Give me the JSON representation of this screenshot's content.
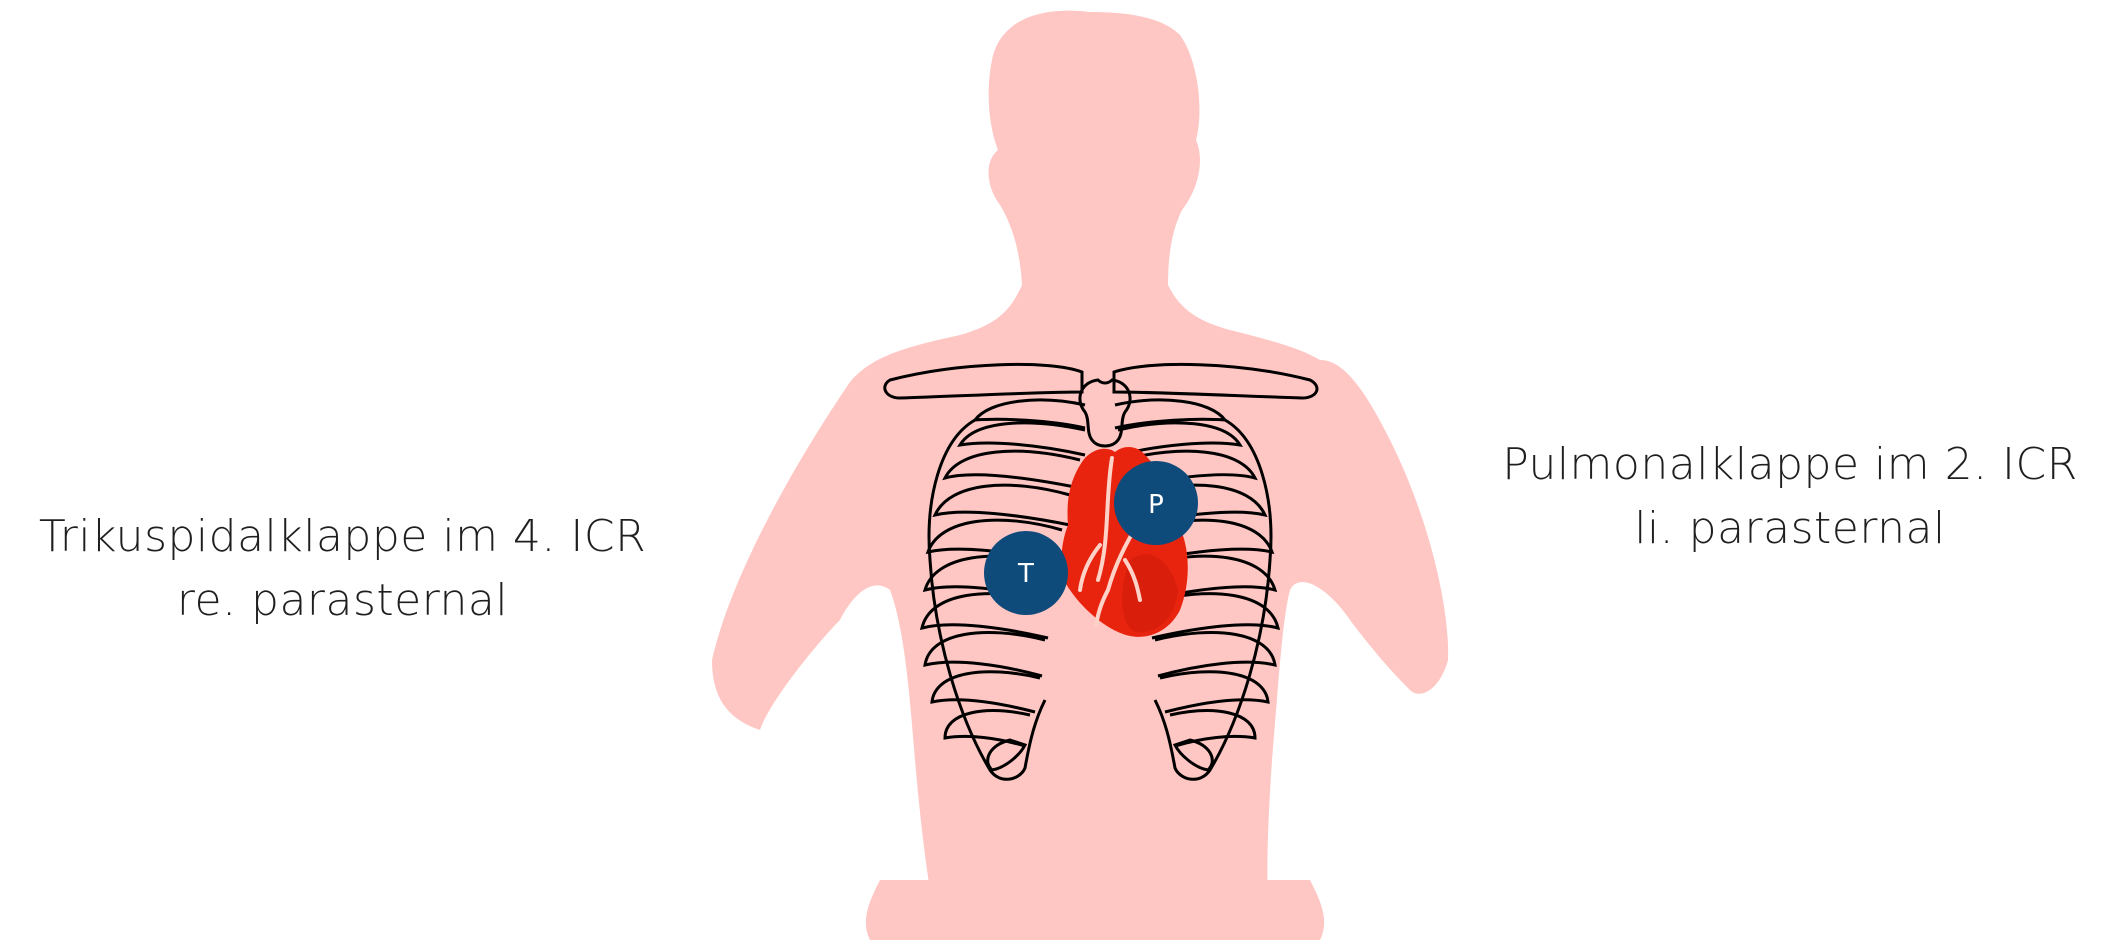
{
  "labels": {
    "tricuspid": {
      "line1": "Trikuspidalklappe im 4. ICR",
      "line2": "re. parasternal"
    },
    "pulmonary": {
      "line1": "Pulmonalklappe im 2. ICR",
      "line2": "li. parasternal"
    }
  },
  "markers": {
    "tricuspid": "T",
    "pulmonary": "P"
  },
  "colors": {
    "body": "#ffc7c4",
    "heart": "#e8240f",
    "heart_dark": "#c9180a",
    "marker": "#0e4a7a",
    "rib_stroke": "#000000"
  },
  "icons": [
    "torso-silhouette",
    "rib-cage-icon",
    "heart-icon"
  ]
}
